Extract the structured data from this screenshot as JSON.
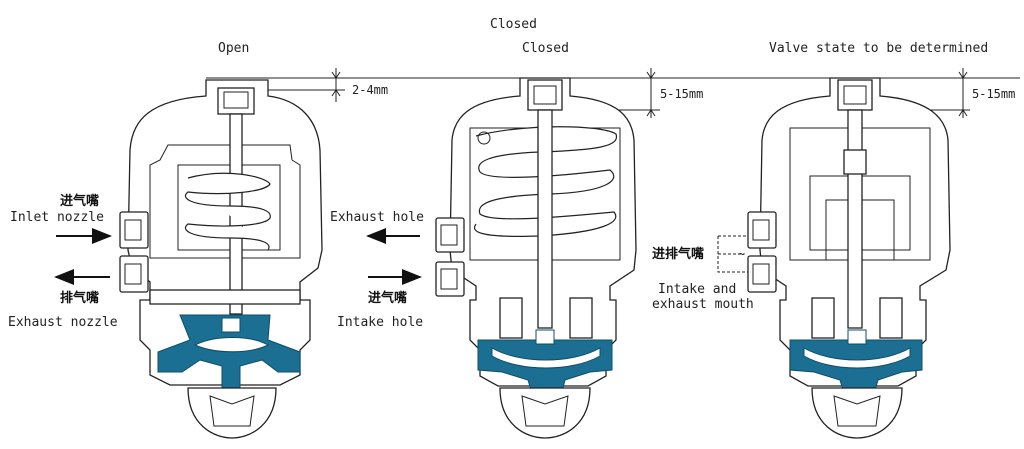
{
  "title_top": "Closed",
  "states": {
    "left": "Open",
    "middle": "Closed",
    "right": "Valve state to be determined"
  },
  "dimensions": {
    "left": "2-4mm",
    "middle": "5-15mm",
    "right": "5-15mm"
  },
  "labels": {
    "inlet_cn": "进气嘴",
    "inlet_en": "Inlet nozzle",
    "exhaust_nozzle_cn": "排气嘴",
    "exhaust_nozzle_en": "Exhaust nozzle",
    "exhaust_hole_en": "Exhaust hole",
    "intake_hole_cn": "进气嘴",
    "intake_hole_en": "Intake hole",
    "intake_exhaust_cn": "进排气嘴",
    "intake_exhaust_en_1": "Intake and",
    "intake_exhaust_en_2": "exhaust mouth"
  },
  "colors": {
    "diaphragm": "#1a6f93",
    "line": "#222222",
    "background": "#ffffff"
  }
}
